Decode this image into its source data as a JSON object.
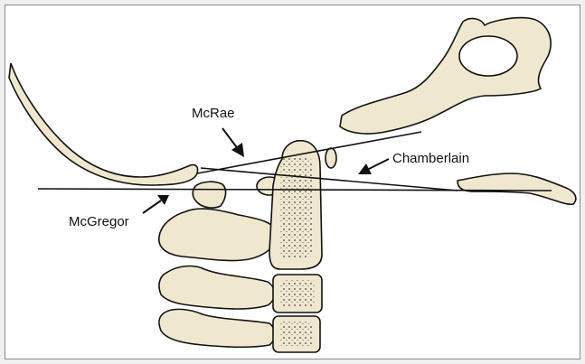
{
  "labels": {
    "mcrae": "McRae",
    "chamberlain": "Chamberlain",
    "mcgregor": "McGregor"
  },
  "colors": {
    "bone_fill": "#efe8cf",
    "line": "#111111",
    "background": "#ffffff",
    "frame": "#f0f0f0"
  }
}
